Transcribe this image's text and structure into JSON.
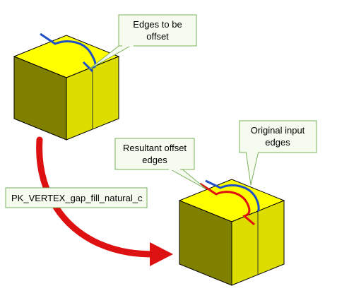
{
  "callouts": {
    "edges_to_be_offset": [
      "Edges to be",
      "offset"
    ],
    "original_input_edges": [
      "Original input",
      "edges"
    ],
    "resultant_offset_edges": [
      "Resultant offset",
      "edges"
    ]
  },
  "function_label": "PK_VERTEX_gap_fill_natural_c",
  "colors": {
    "cube_top": "#ffff00",
    "cube_face": "#dddd00",
    "cube_shadow": "#808000",
    "input_edge": "#2050c8",
    "offset_edge": "#e01010",
    "arrow": "#dd1111",
    "callout_fill": "#f6fbef",
    "callout_border": "#7ab05a"
  }
}
